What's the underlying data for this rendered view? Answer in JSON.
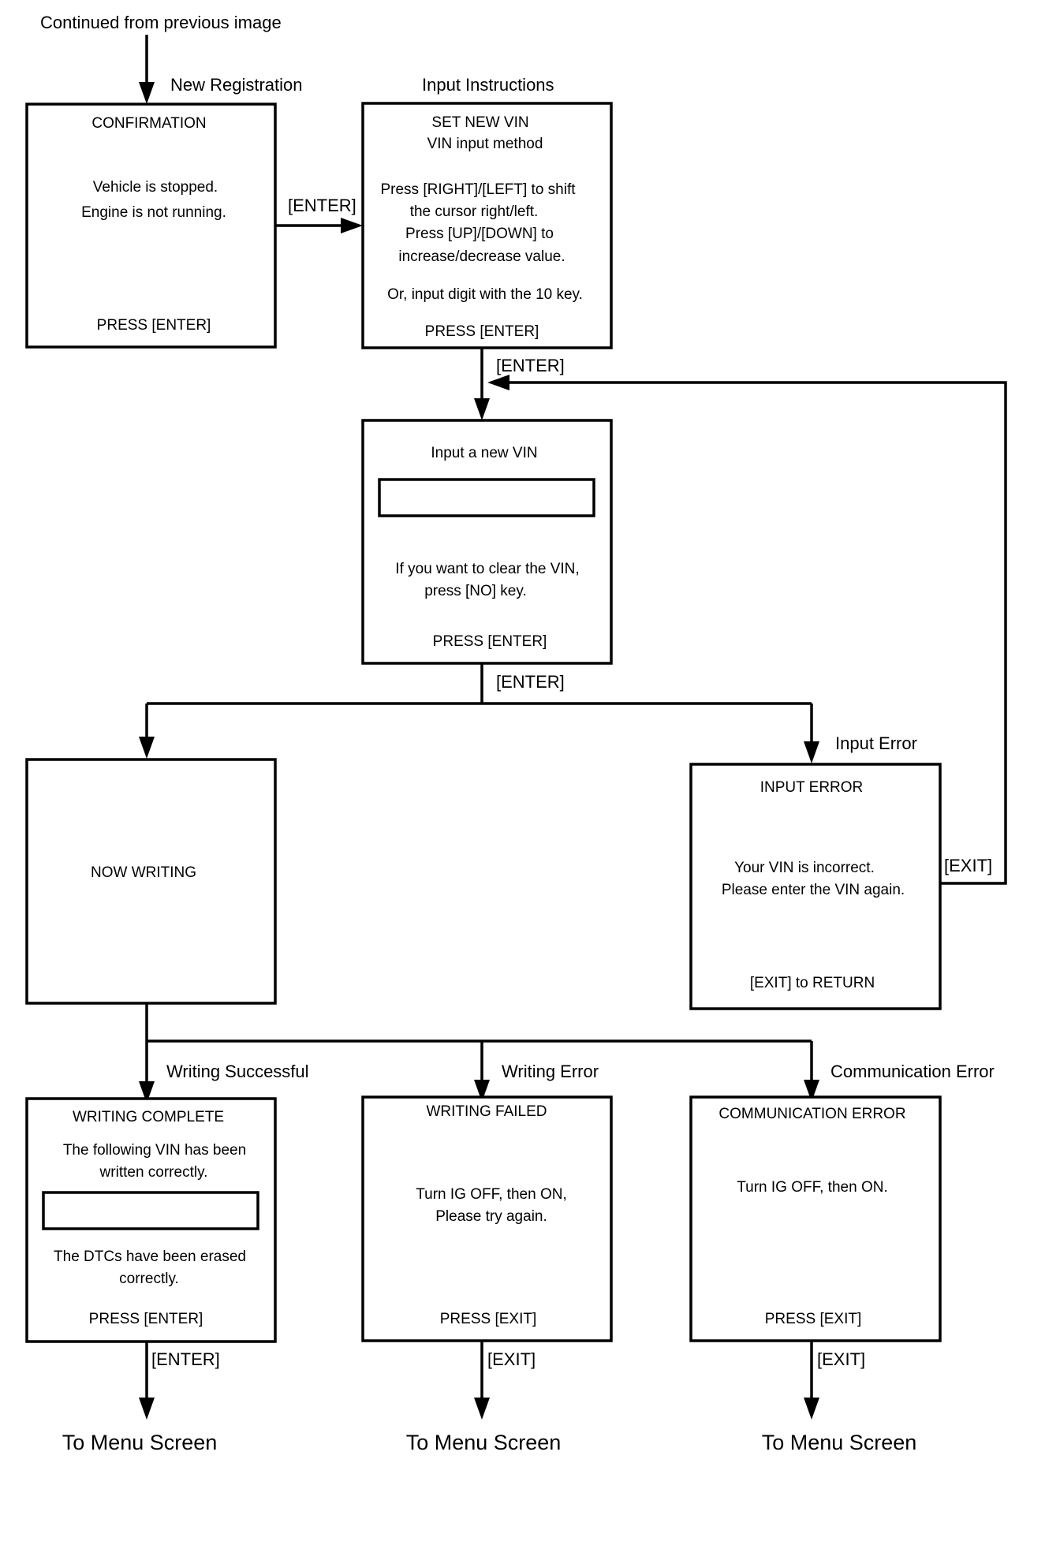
{
  "top_label": "Continued from previous image",
  "edge_labels": {
    "new_registration": "New Registration",
    "input_instructions": "Input Instructions",
    "enter_1": "[ENTER]",
    "enter_2": "[ENTER]",
    "enter_3": "[ENTER]",
    "input_error": "Input Error",
    "exit_loop": "[EXIT]",
    "writing_successful": "Writing Successful",
    "writing_error": "Writing Error",
    "communication_error": "Communication Error",
    "enter_4": "[ENTER]",
    "exit_1": "[EXIT]",
    "exit_2": "[EXIT]"
  },
  "boxes": {
    "confirmation": {
      "title": "CONFIRMATION",
      "lines": [
        "Vehicle is stopped.",
        "Engine is not running."
      ],
      "footer": "PRESS [ENTER]"
    },
    "set_new_vin": {
      "title": "SET NEW VIN",
      "subtitle": "VIN input method",
      "lines": [
        "Press [RIGHT]/[LEFT] to shift",
        "the cursor right/left.",
        "Press [UP]/[DOWN] to",
        "increase/decrease value."
      ],
      "extra": "Or, input digit with the 10 key.",
      "footer": "PRESS [ENTER]"
    },
    "input_vin": {
      "title": "Input a new VIN",
      "field_value": "",
      "lines": [
        "If you want to clear the VIN,",
        "press [NO] key."
      ],
      "footer": "PRESS [ENTER]"
    },
    "now_writing": {
      "title": "NOW WRITING"
    },
    "input_error": {
      "title": "INPUT ERROR",
      "lines": [
        "Your VIN is incorrect.",
        "Please enter the VIN again."
      ],
      "footer": "[EXIT] to RETURN"
    },
    "writing_complete": {
      "title": "WRITING COMPLETE",
      "lines": [
        "The following VIN has been",
        "written correctly."
      ],
      "field_value": "",
      "lines2": [
        "The DTCs have been erased",
        "correctly."
      ],
      "footer": "PRESS [ENTER]"
    },
    "writing_failed": {
      "title": "WRITING FAILED",
      "lines": [
        "Turn IG OFF, then ON,",
        "Please try again."
      ],
      "footer": "PRESS [EXIT]"
    },
    "communication_error": {
      "title": "COMMUNICATION ERROR",
      "lines": [
        "Turn IG OFF, then ON."
      ],
      "footer": "PRESS [EXIT]"
    }
  },
  "destinations": {
    "menu_1": "To Menu Screen",
    "menu_2": "To Menu Screen",
    "menu_3": "To Menu Screen"
  }
}
